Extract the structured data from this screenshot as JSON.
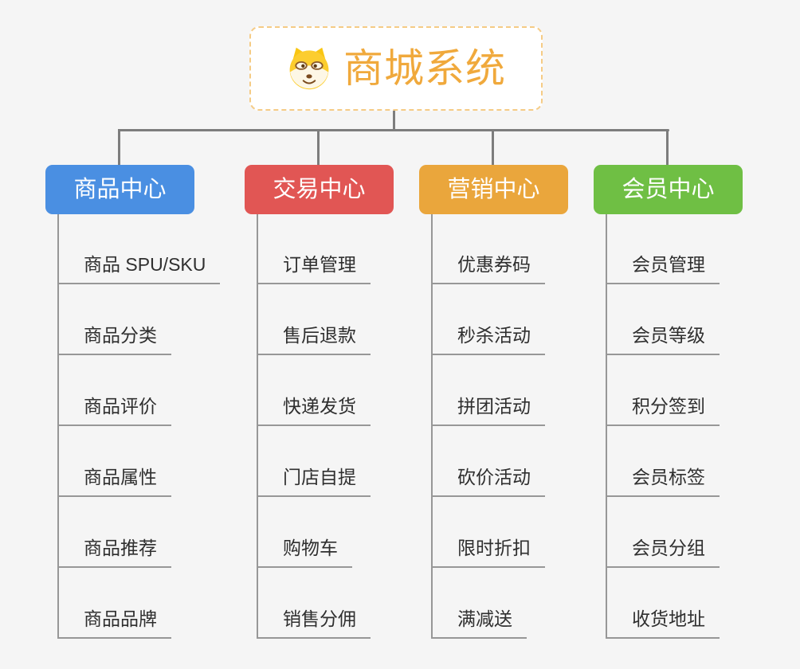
{
  "root": {
    "title": "商城系统",
    "icon": "shiba-dog-icon",
    "text_color": "#f0a93c",
    "border_color": "#f5cb85"
  },
  "style": {
    "background": "#f5f5f5",
    "connector_color": "#7d7d7d",
    "leaf_line_color": "#979797"
  },
  "branches": [
    {
      "label": "商品中心",
      "color": "#4a8fe2",
      "items": [
        "商品 SPU/SKU",
        "商品分类",
        "商品评价",
        "商品属性",
        "商品推荐",
        "商品品牌"
      ]
    },
    {
      "label": "交易中心",
      "color": "#e15654",
      "items": [
        "订单管理",
        "售后退款",
        "快递发货",
        "门店自提",
        "购物车",
        "销售分佣"
      ]
    },
    {
      "label": "营销中心",
      "color": "#eaa63c",
      "items": [
        "优惠券码",
        "秒杀活动",
        "拼团活动",
        "砍价活动",
        "限时折扣",
        "满减送"
      ]
    },
    {
      "label": "会员中心",
      "color": "#6fbf44",
      "items": [
        "会员管理",
        "会员等级",
        "积分签到",
        "会员标签",
        "会员分组",
        "收货地址"
      ]
    }
  ]
}
